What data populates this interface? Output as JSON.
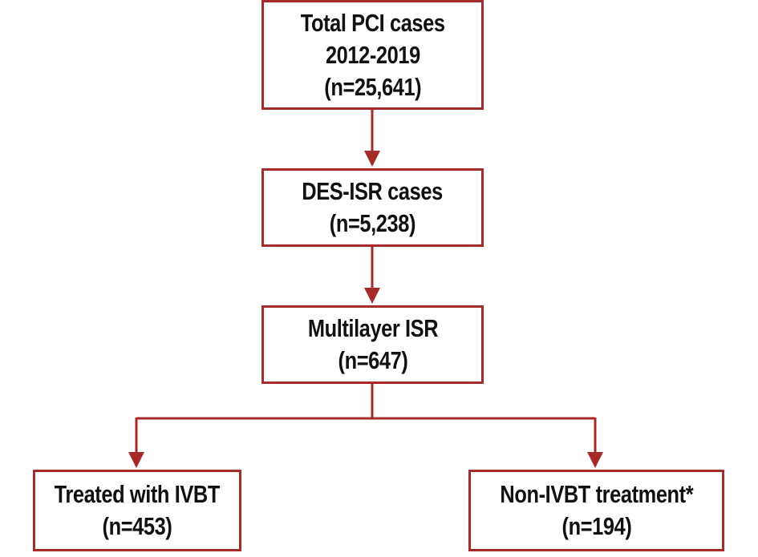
{
  "colors": {
    "border": "#a52a2a",
    "arrow": "#a52a2a",
    "text": "#111111"
  },
  "boxes": {
    "total": {
      "line1": "Total PCI cases",
      "line2": "2012-2019",
      "line3": "(n=25,641)"
    },
    "des": {
      "line1": "DES-ISR cases",
      "line2": "(n=5,238)"
    },
    "multilayer": {
      "line1": "Multilayer ISR",
      "line2": "(n=647)"
    },
    "ivbt": {
      "line1": "Treated with IVBT",
      "line2": "(n=453)"
    },
    "non_ivbt": {
      "line1": "Non-IVBT treatment*",
      "line2": "(n=194)"
    }
  }
}
